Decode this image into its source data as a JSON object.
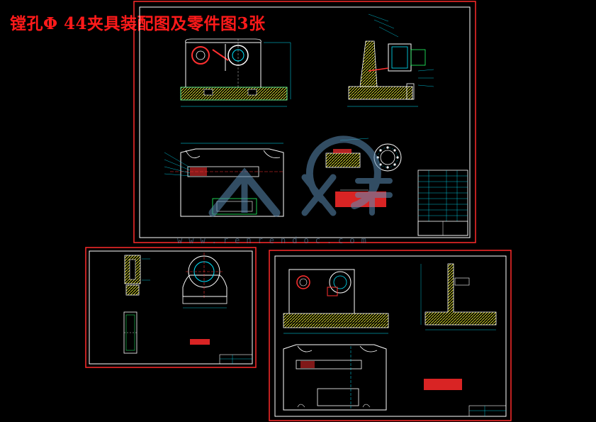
{
  "title": "镗孔Φ 44夹具装配图及零件图3张",
  "watermark": {
    "url": "www.renrendoc.com"
  },
  "colors": {
    "sheet_frame": "#ff2a2a",
    "drawing_line": "#ffffff",
    "cyan_dims": "#00e5ff",
    "green_lines": "#22ff66",
    "hatch": "#ffff33",
    "part_fill": "#ff3030",
    "watermark": "#5c8cb4"
  },
  "sheets": [
    {
      "name": "assembly-drawing"
    },
    {
      "name": "part-drawing-small"
    },
    {
      "name": "part-drawing-large"
    }
  ]
}
